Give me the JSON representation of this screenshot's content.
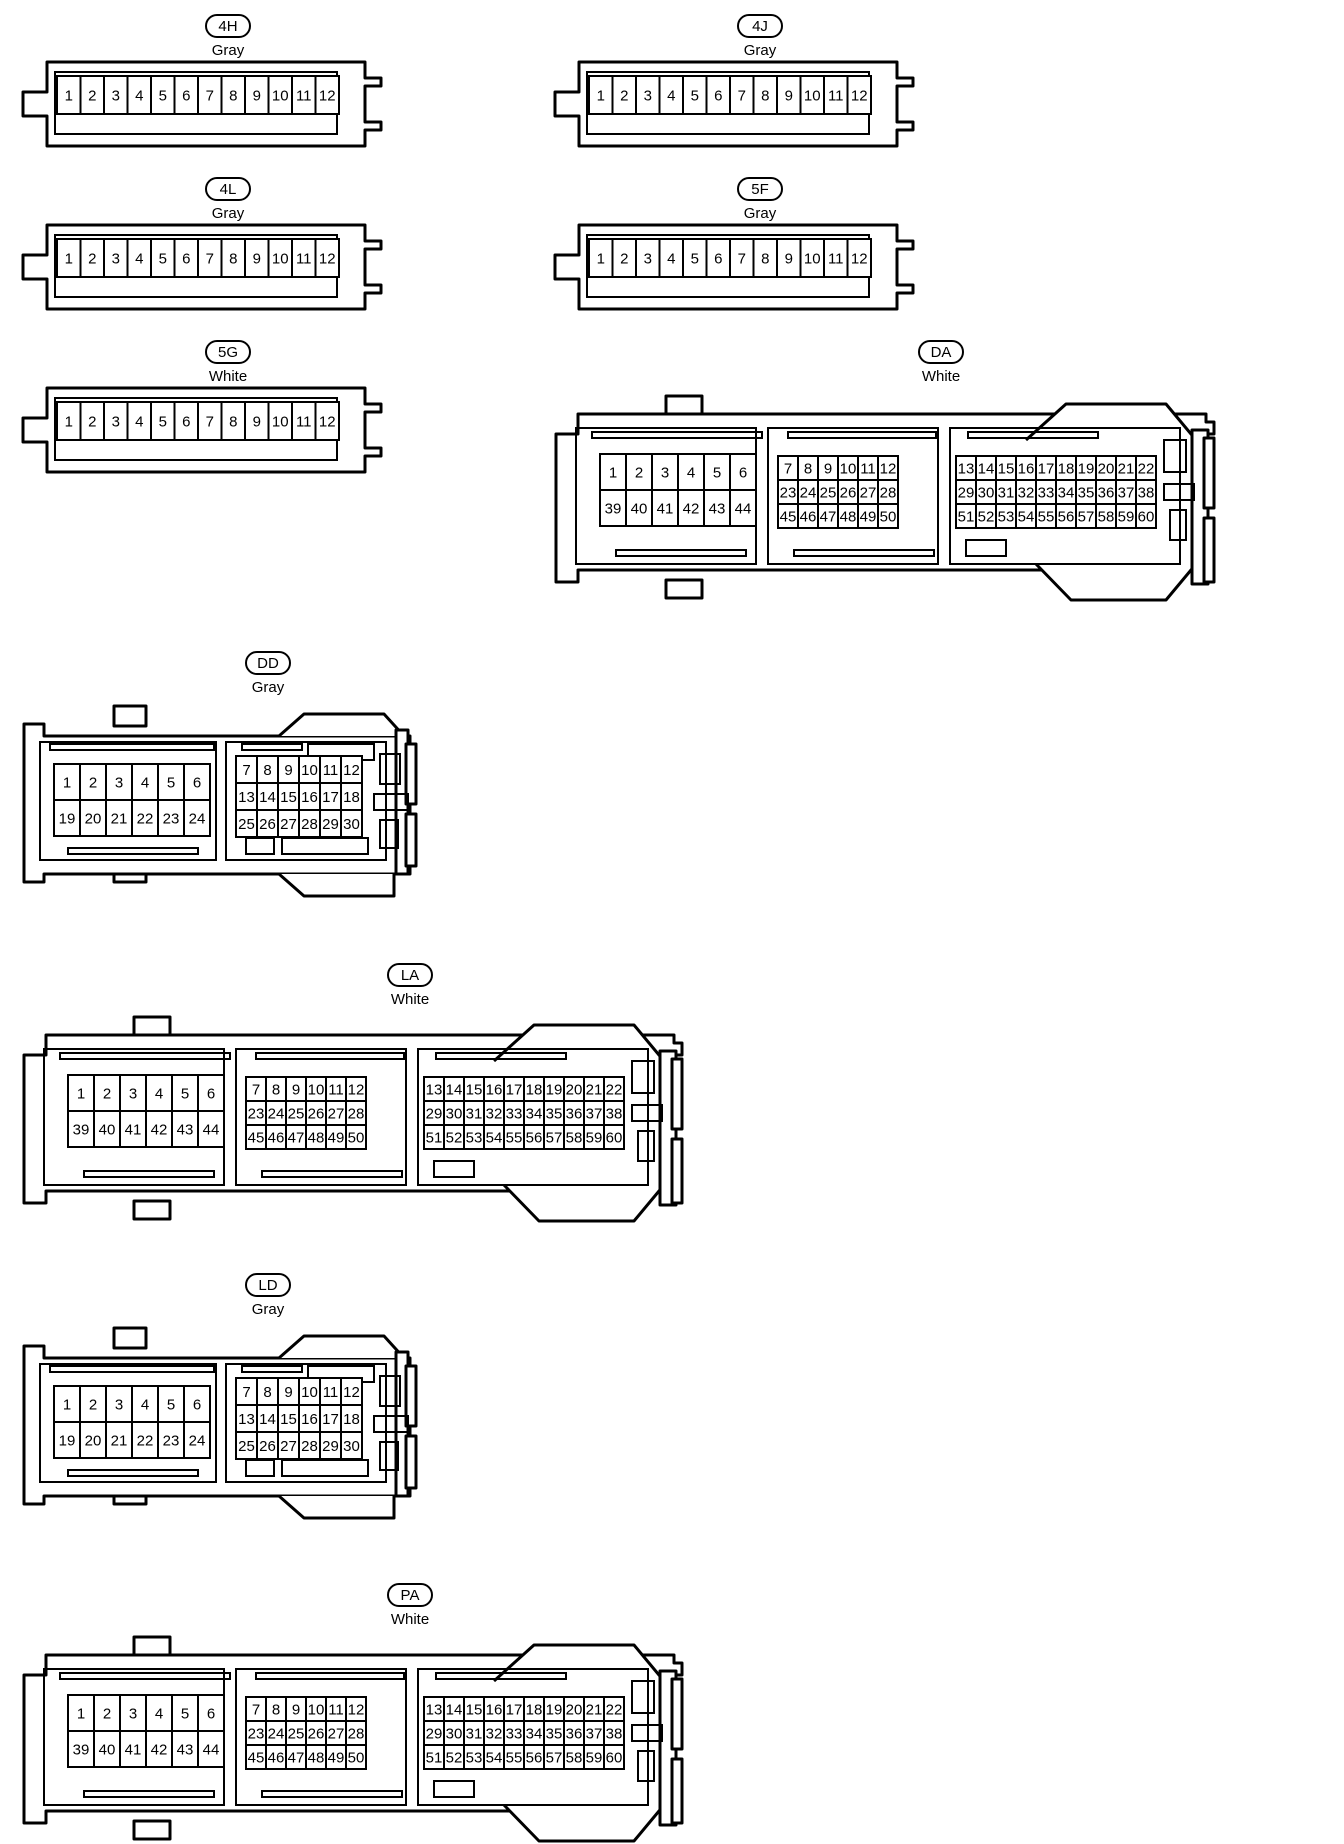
{
  "connectors": [
    {
      "id": "4H",
      "color": "Gray",
      "type": "strip12"
    },
    {
      "id": "4J",
      "color": "Gray",
      "type": "strip12"
    },
    {
      "id": "4L",
      "color": "Gray",
      "type": "strip12"
    },
    {
      "id": "5F",
      "color": "Gray",
      "type": "strip12"
    },
    {
      "id": "5G",
      "color": "White",
      "type": "strip12"
    },
    {
      "id": "DA",
      "color": "White",
      "type": "ecu60"
    },
    {
      "id": "DD",
      "color": "Gray",
      "type": "ecu30"
    },
    {
      "id": "LA",
      "color": "White",
      "type": "ecu60"
    },
    {
      "id": "LD",
      "color": "Gray",
      "type": "ecu30"
    },
    {
      "id": "PA",
      "color": "White",
      "type": "ecu60"
    }
  ],
  "pin_layouts": {
    "strip12": [
      [
        "1",
        "2",
        "3",
        "4",
        "5",
        "6",
        "7",
        "8",
        "9",
        "10",
        "11",
        "12"
      ]
    ],
    "ecu60_a": [
      [
        "1",
        "2",
        "3",
        "4",
        "5",
        "6"
      ],
      [
        "39",
        "40",
        "41",
        "42",
        "43",
        "44"
      ]
    ],
    "ecu60_b": [
      [
        "7",
        "8",
        "9",
        "10",
        "11",
        "12"
      ],
      [
        "23",
        "24",
        "25",
        "26",
        "27",
        "28"
      ],
      [
        "45",
        "46",
        "47",
        "48",
        "49",
        "50"
      ]
    ],
    "ecu60_c": [
      [
        "13",
        "14",
        "15",
        "16",
        "17",
        "18",
        "19",
        "20",
        "21",
        "22"
      ],
      [
        "29",
        "30",
        "31",
        "32",
        "33",
        "34",
        "35",
        "36",
        "37",
        "38"
      ],
      [
        "51",
        "52",
        "53",
        "54",
        "55",
        "56",
        "57",
        "58",
        "59",
        "60"
      ]
    ],
    "ecu30_a": [
      [
        "1",
        "2",
        "3",
        "4",
        "5",
        "6"
      ],
      [
        "19",
        "20",
        "21",
        "22",
        "23",
        "24"
      ]
    ],
    "ecu30_b": [
      [
        "7",
        "8",
        "9",
        "10",
        "11",
        "12"
      ],
      [
        "13",
        "14",
        "15",
        "16",
        "17",
        "18"
      ],
      [
        "25",
        "26",
        "27",
        "28",
        "29",
        "30"
      ]
    ]
  }
}
